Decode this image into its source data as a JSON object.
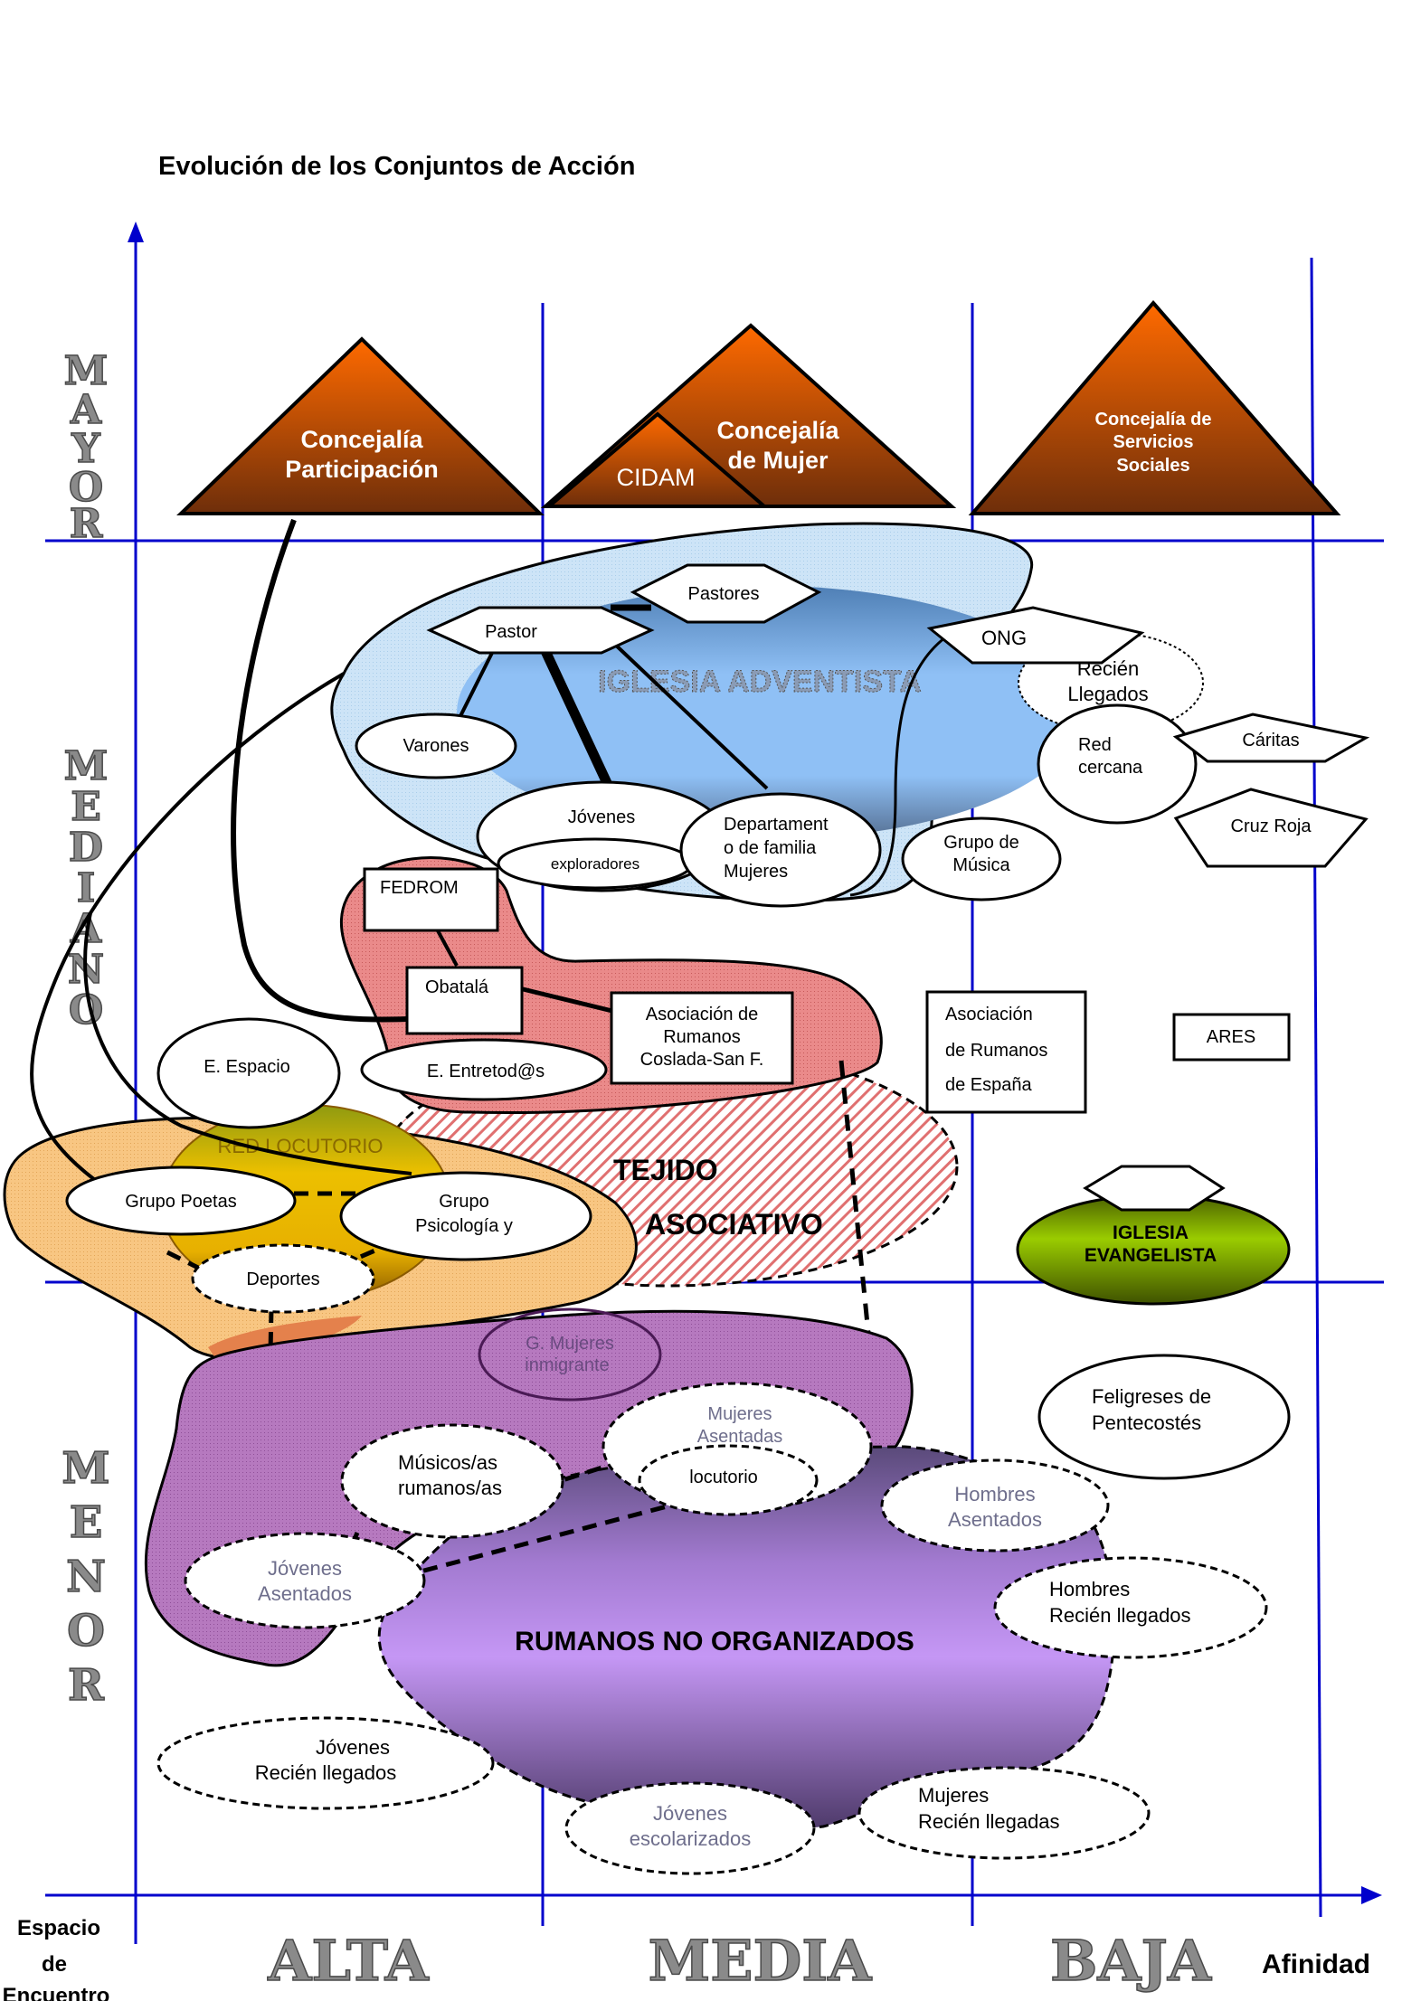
{
  "title": "Evolución de los Conjuntos de Acción",
  "y_axis": {
    "levels": [
      "MAYOR",
      "MEDIANO",
      "MENOR"
    ],
    "label_lines": [
      "Espacio",
      "de",
      "Encuentro"
    ]
  },
  "x_axis": {
    "levels": [
      "ALTA",
      "MEDIA",
      "BAJA"
    ],
    "label": "Afinidad"
  },
  "institutions": {
    "participacion": [
      "Concejalía",
      "Participación"
    ],
    "mujer": [
      "Concejalía",
      "de  Mujer"
    ],
    "cidam": "CIDAM",
    "servicios": [
      "Concejalía de",
      "Servicios",
      "Sociales"
    ]
  },
  "iglesia_adventista": {
    "label": "IGLESIA ADVENTISTA",
    "pastores": "Pastores",
    "pastor": "Pastor",
    "varones": "Varones",
    "jovenes": "Jóvenes",
    "exploradores": "exploradores",
    "departamento": [
      "Departament",
      "o de familia",
      "Mujeres"
    ]
  },
  "right_cluster": {
    "ong": "ONG",
    "recien_llegados": [
      "Recién",
      "Llegados"
    ],
    "red_cercana": [
      "Red",
      "cercana"
    ],
    "caritas": "Cáritas",
    "cruz_roja": "Cruz Roja",
    "grupo_musica": [
      "Grupo de",
      "Música"
    ]
  },
  "tejido_asociativo": {
    "label": [
      "TEJIDO",
      "ASOCIATIVO"
    ],
    "fedrom": "FEDROM",
    "obatala": "Obatalá",
    "asoc_coslada": [
      "Asociación de",
      "Rumanos",
      "Coslada-San F."
    ],
    "asoc_espana": [
      "Asociación",
      "de  Rumanos",
      "de España"
    ],
    "ares": "ARES",
    "e_espacio": "E. Espacio",
    "e_entretodos": "E. Entretod@s"
  },
  "red_locutorio": {
    "label": "RED LOCUTORIO",
    "grupo_poetas": "Grupo Poetas",
    "grupo_psicologia": [
      "Grupo",
      "Psicología y"
    ],
    "deportes": "Deportes"
  },
  "iglesia_evangelista": [
    "IGLESIA",
    "EVANGELISTA"
  ],
  "rumanos_no_organizados": {
    "label": "RUMANOS NO ORGANIZADOS",
    "g_mujeres": [
      "G. Mujeres",
      "inmigrante"
    ],
    "musicos": [
      "Músicos/as",
      "rumanos/as"
    ],
    "mujeres_asentadas": [
      "Mujeres",
      "Asentadas"
    ],
    "locutorio": "locutorio",
    "jovenes_asentados": [
      "Jóvenes",
      "Asentados"
    ],
    "hombres_asentados": [
      "Hombres",
      "Asentados"
    ],
    "hombres_recien": [
      "Hombres",
      "Recién llegados"
    ],
    "jovenes_recien": [
      "Jóvenes",
      "Recién llegados"
    ],
    "jovenes_escolarizados": [
      "Jóvenes",
      "escolarizados"
    ],
    "mujeres_recien": [
      "Mujeres",
      "Recién llegadas"
    ],
    "feligreses": [
      "Feligreses de",
      "Pentecostés"
    ]
  },
  "colors": {
    "grid": "#0000cc",
    "triangle_top": "#ff6a00",
    "triangle_bottom": "#7a3410",
    "adventista_outer": "#cfe6f8",
    "adventista_inner": "#8fbff0",
    "tejido_red": "#e88080",
    "locutorio_orange": "#f7c57a",
    "locutorio_gold": "#e8b400",
    "rumanos_purple": "#b070b8",
    "rumanos_lilac": "#c89af2",
    "evangelista_green": "#8fbf00"
  }
}
